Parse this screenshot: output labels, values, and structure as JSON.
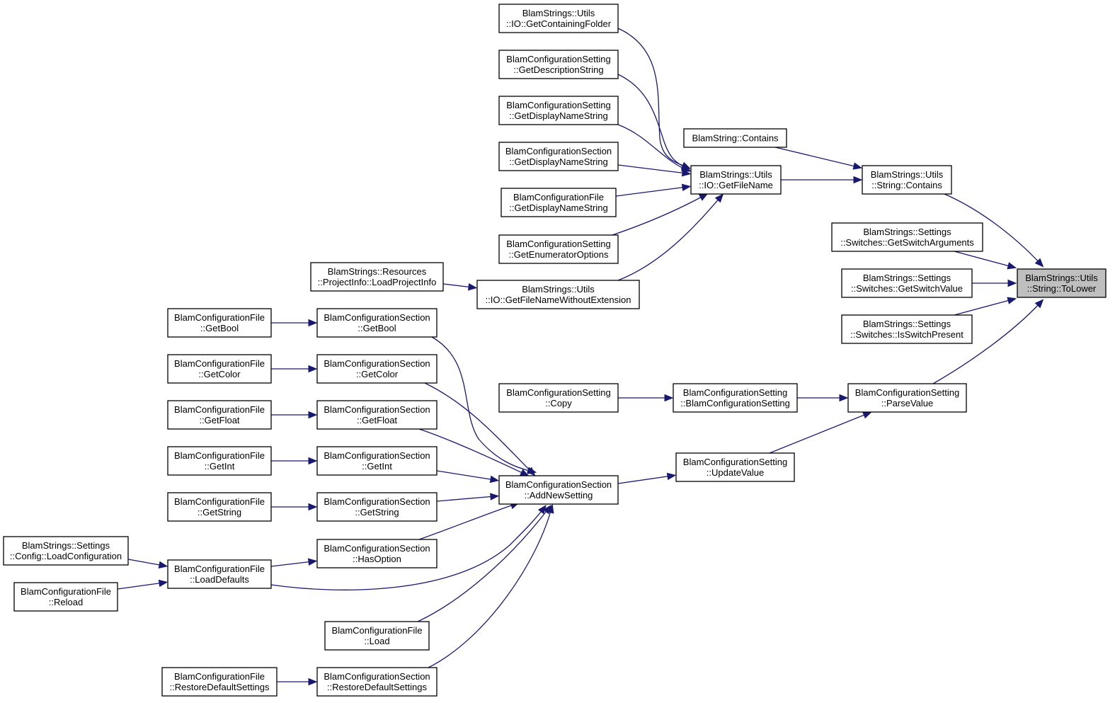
{
  "nodes": [
    {
      "id": "tolower",
      "label": [
        "BlamStrings::Utils",
        "::String::ToLower"
      ],
      "current": true,
      "interactable": false
    },
    {
      "id": "str-contains",
      "label": [
        "BlamStrings::Utils",
        "::String::Contains"
      ]
    },
    {
      "id": "blamstring-contains",
      "label": [
        "BlamString::Contains"
      ]
    },
    {
      "id": "getfilename",
      "label": [
        "BlamStrings::Utils",
        "::IO::GetFileName"
      ]
    },
    {
      "id": "getcontainingfolder",
      "label": [
        "BlamStrings::Utils",
        "::IO::GetContainingFolder"
      ]
    },
    {
      "id": "setting-getdescriptionstring",
      "label": [
        "BlamConfigurationSetting",
        "::GetDescriptionString"
      ]
    },
    {
      "id": "setting-getdisplaynamestring",
      "label": [
        "BlamConfigurationSetting",
        "::GetDisplayNameString"
      ]
    },
    {
      "id": "section-getdisplaynamestring",
      "label": [
        "BlamConfigurationSection",
        "::GetDisplayNameString"
      ]
    },
    {
      "id": "file-getdisplaynamestring",
      "label": [
        "BlamConfigurationFile",
        "::GetDisplayNameString"
      ]
    },
    {
      "id": "setting-getenumeratoroptions",
      "label": [
        "BlamConfigurationSetting",
        "::GetEnumeratorOptions"
      ]
    },
    {
      "id": "getfilenamewithoutext",
      "label": [
        "BlamStrings::Utils",
        "::IO::GetFileNameWithoutExtension"
      ]
    },
    {
      "id": "loadprojectinfo",
      "label": [
        "BlamStrings::Resources",
        "::ProjectInfo::LoadProjectInfo"
      ]
    },
    {
      "id": "getswitcharguments",
      "label": [
        "BlamStrings::Settings",
        "::Switches::GetSwitchArguments"
      ]
    },
    {
      "id": "getswitchvalue",
      "label": [
        "BlamStrings::Settings",
        "::Switches::GetSwitchValue"
      ]
    },
    {
      "id": "isswitchpresent",
      "label": [
        "BlamStrings::Settings",
        "::Switches::IsSwitchPresent"
      ]
    },
    {
      "id": "parsevalue",
      "label": [
        "BlamConfigurationSetting",
        "::ParseValue"
      ]
    },
    {
      "id": "setting-ctor",
      "label": [
        "BlamConfigurationSetting",
        "::BlamConfigurationSetting"
      ]
    },
    {
      "id": "setting-copy",
      "label": [
        "BlamConfigurationSetting",
        "::Copy"
      ]
    },
    {
      "id": "updatevalue",
      "label": [
        "BlamConfigurationSetting",
        "::UpdateValue"
      ]
    },
    {
      "id": "addnewsetting",
      "label": [
        "BlamConfigurationSection",
        "::AddNewSetting"
      ]
    },
    {
      "id": "section-getbool",
      "label": [
        "BlamConfigurationSection",
        "::GetBool"
      ]
    },
    {
      "id": "section-getcolor",
      "label": [
        "BlamConfigurationSection",
        "::GetColor"
      ]
    },
    {
      "id": "section-getfloat",
      "label": [
        "BlamConfigurationSection",
        "::GetFloat"
      ]
    },
    {
      "id": "section-getint",
      "label": [
        "BlamConfigurationSection",
        "::GetInt"
      ]
    },
    {
      "id": "section-getstring",
      "label": [
        "BlamConfigurationSection",
        "::GetString"
      ]
    },
    {
      "id": "section-hasoption",
      "label": [
        "BlamConfigurationSection",
        "::HasOption"
      ]
    },
    {
      "id": "file-load",
      "label": [
        "BlamConfigurationFile",
        "::Load"
      ]
    },
    {
      "id": "section-restoredefaults",
      "label": [
        "BlamConfigurationSection",
        "::RestoreDefaultSettings"
      ]
    },
    {
      "id": "file-getbool",
      "label": [
        "BlamConfigurationFile",
        "::GetBool"
      ]
    },
    {
      "id": "file-getcolor",
      "label": [
        "BlamConfigurationFile",
        "::GetColor"
      ]
    },
    {
      "id": "file-getfloat",
      "label": [
        "BlamConfigurationFile",
        "::GetFloat"
      ]
    },
    {
      "id": "file-getint",
      "label": [
        "BlamConfigurationFile",
        "::GetInt"
      ]
    },
    {
      "id": "file-getstring",
      "label": [
        "BlamConfigurationFile",
        "::GetString"
      ]
    },
    {
      "id": "file-loaddefaults",
      "label": [
        "BlamConfigurationFile",
        "::LoadDefaults"
      ]
    },
    {
      "id": "loadconfiguration",
      "label": [
        "BlamStrings::Settings",
        "::Config::LoadConfiguration"
      ]
    },
    {
      "id": "file-reload",
      "label": [
        "BlamConfigurationFile",
        "::Reload"
      ]
    },
    {
      "id": "file-restoredefaults",
      "label": [
        "BlamConfigurationFile",
        "::RestoreDefaultSettings"
      ]
    }
  ],
  "edges": [
    {
      "from": "str-contains",
      "to": "tolower"
    },
    {
      "from": "getswitcharguments",
      "to": "tolower"
    },
    {
      "from": "getswitchvalue",
      "to": "tolower"
    },
    {
      "from": "isswitchpresent",
      "to": "tolower"
    },
    {
      "from": "parsevalue",
      "to": "tolower"
    },
    {
      "from": "blamstring-contains",
      "to": "str-contains"
    },
    {
      "from": "getfilename",
      "to": "str-contains"
    },
    {
      "from": "getcontainingfolder",
      "to": "getfilename"
    },
    {
      "from": "setting-getdescriptionstring",
      "to": "getfilename"
    },
    {
      "from": "setting-getdisplaynamestring",
      "to": "getfilename"
    },
    {
      "from": "section-getdisplaynamestring",
      "to": "getfilename"
    },
    {
      "from": "file-getdisplaynamestring",
      "to": "getfilename"
    },
    {
      "from": "setting-getenumeratoroptions",
      "to": "getfilename"
    },
    {
      "from": "getfilenamewithoutext",
      "to": "getfilename"
    },
    {
      "from": "loadprojectinfo",
      "to": "getfilenamewithoutext"
    },
    {
      "from": "setting-ctor",
      "to": "parsevalue"
    },
    {
      "from": "updatevalue",
      "to": "parsevalue"
    },
    {
      "from": "setting-copy",
      "to": "setting-ctor"
    },
    {
      "from": "addnewsetting",
      "to": "updatevalue"
    },
    {
      "from": "section-getbool",
      "to": "addnewsetting"
    },
    {
      "from": "section-getcolor",
      "to": "addnewsetting"
    },
    {
      "from": "section-getfloat",
      "to": "addnewsetting"
    },
    {
      "from": "section-getint",
      "to": "addnewsetting"
    },
    {
      "from": "section-getstring",
      "to": "addnewsetting"
    },
    {
      "from": "section-hasoption",
      "to": "addnewsetting"
    },
    {
      "from": "file-loaddefaults",
      "to": "addnewsetting"
    },
    {
      "from": "file-load",
      "to": "addnewsetting"
    },
    {
      "from": "section-restoredefaults",
      "to": "addnewsetting"
    },
    {
      "from": "file-getbool",
      "to": "section-getbool"
    },
    {
      "from": "file-getcolor",
      "to": "section-getcolor"
    },
    {
      "from": "file-getfloat",
      "to": "section-getfloat"
    },
    {
      "from": "file-getint",
      "to": "section-getint"
    },
    {
      "from": "file-getstring",
      "to": "section-getstring"
    },
    {
      "from": "file-loaddefaults",
      "to": "section-hasoption"
    },
    {
      "from": "file-restoredefaults",
      "to": "section-restoredefaults"
    },
    {
      "from": "loadconfiguration",
      "to": "file-loaddefaults"
    },
    {
      "from": "file-reload",
      "to": "file-loaddefaults"
    }
  ],
  "colors": {
    "edge": "#191970",
    "node_border": "#000000",
    "node_fill": "#ffffff",
    "current_fill": "#bfbfbf"
  }
}
